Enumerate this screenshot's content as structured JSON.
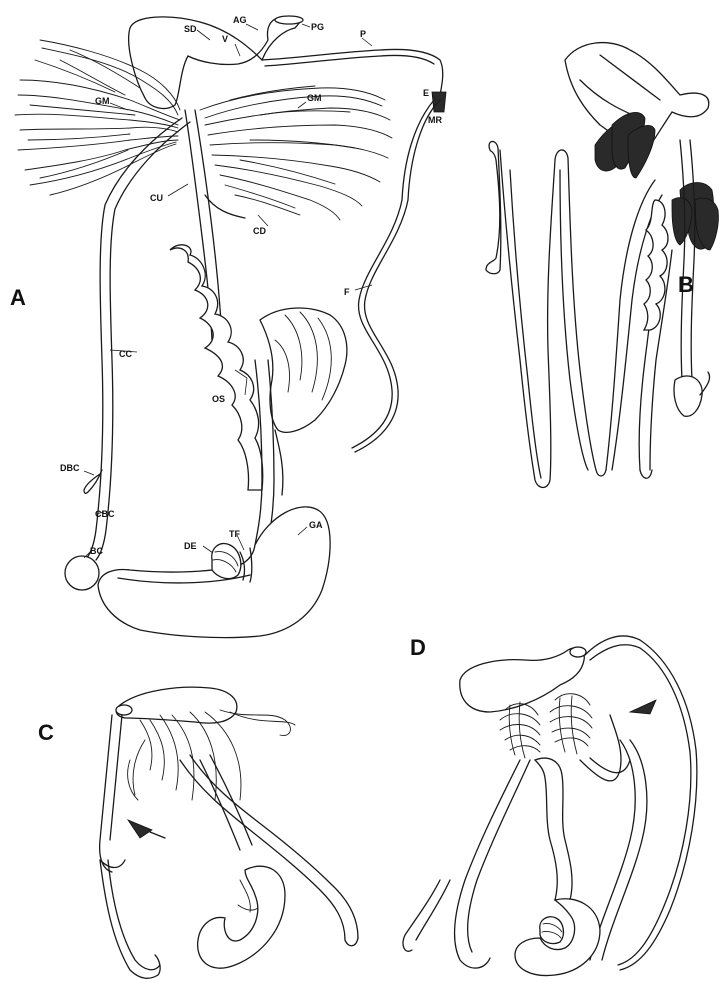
{
  "panels": {
    "a": "A",
    "b": "B",
    "c": "C",
    "d": "D"
  },
  "labels": {
    "sd": "SD",
    "ag": "AG",
    "pg": "PG",
    "v": "V",
    "p": "P",
    "gm_left": "GM",
    "gm_right": "GM",
    "e": "E",
    "mr": "MR",
    "cu": "CU",
    "cd": "CD",
    "f": "F",
    "cc": "CC",
    "os": "OS",
    "dbc": "DBC",
    "cbc": "CBC",
    "bc": "BC",
    "de": "DE",
    "tf": "TF",
    "ga": "GA"
  },
  "colors": {
    "line": "#1a1a1a",
    "fill_dark": "#2a2a2a",
    "background": "#ffffff"
  }
}
